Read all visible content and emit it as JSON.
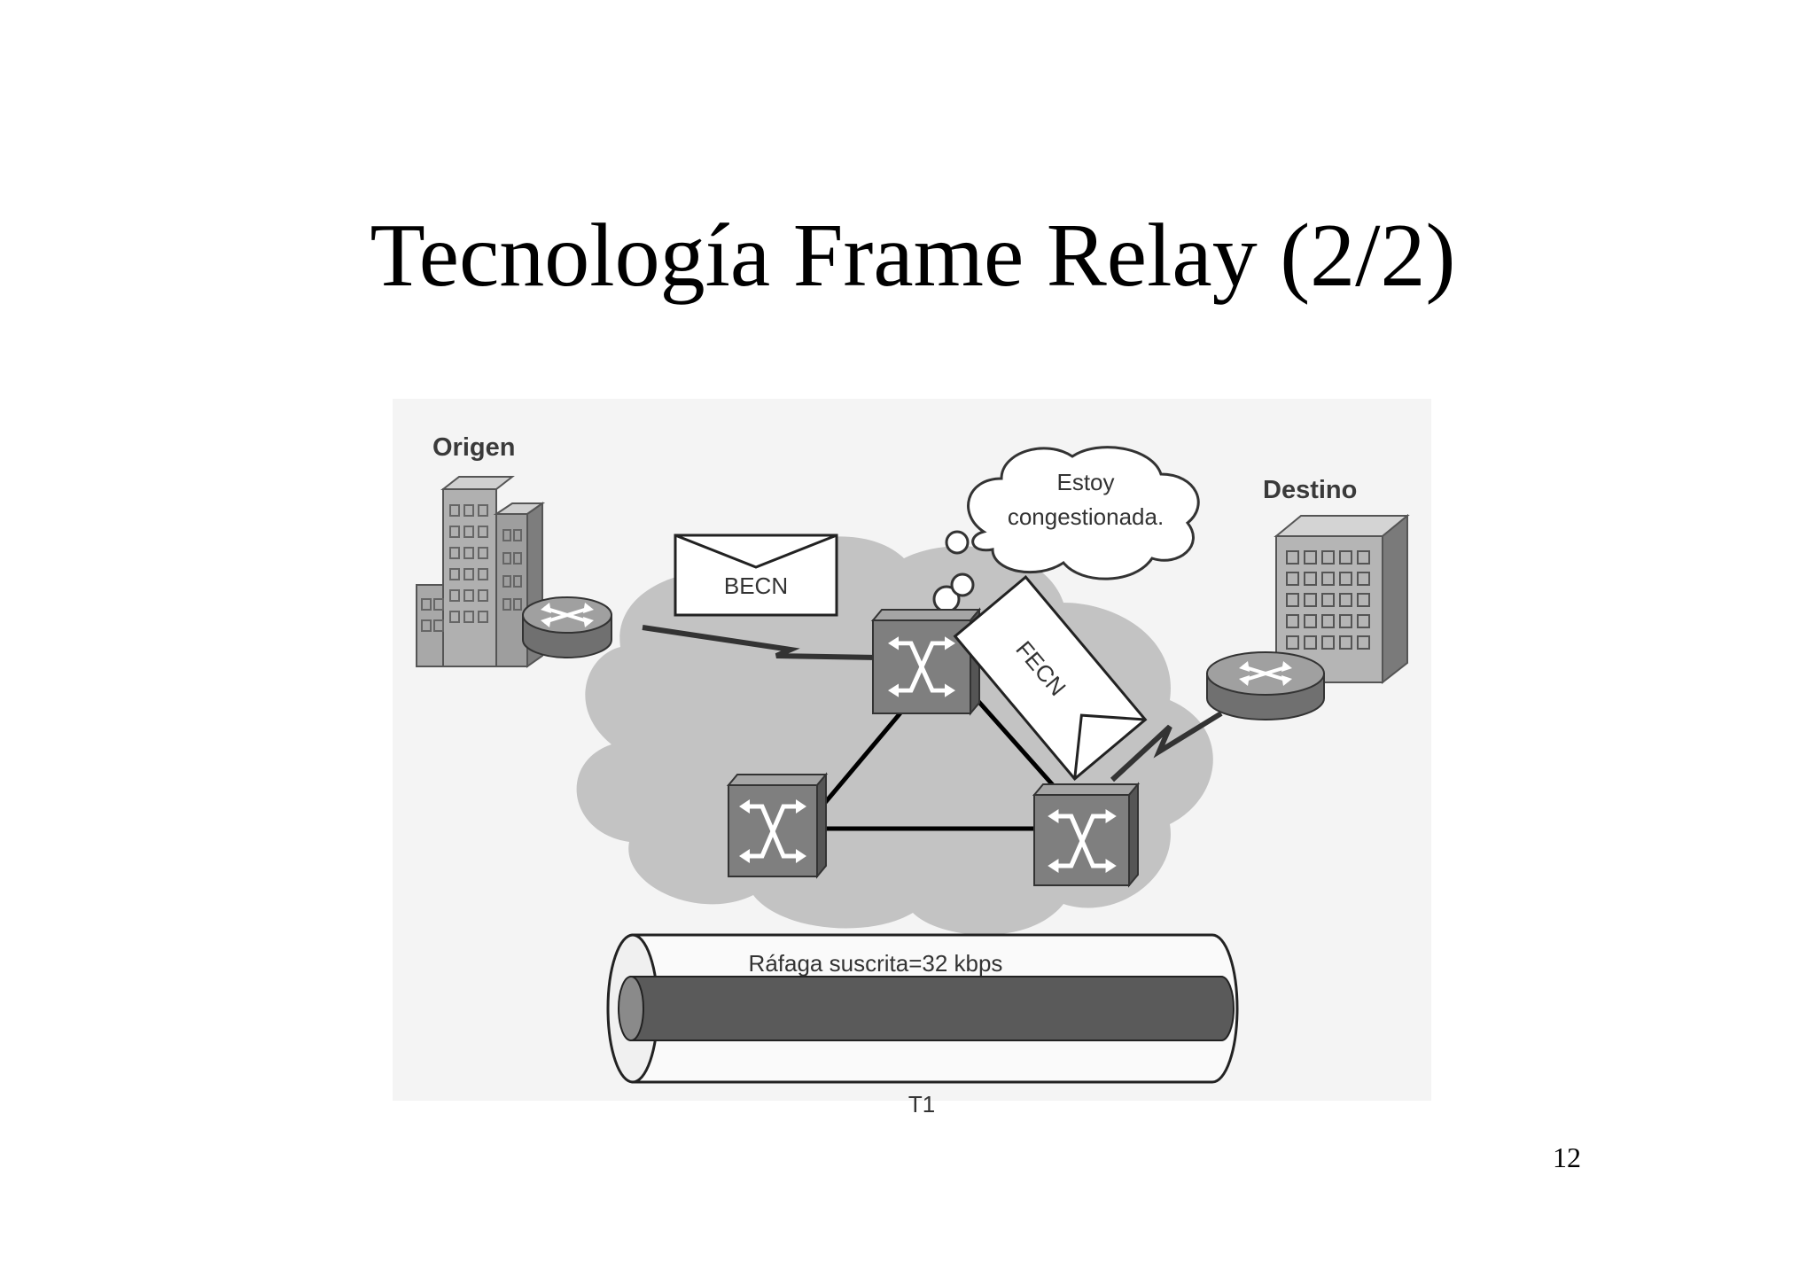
{
  "title": "Tecnología Frame Relay (2/2)",
  "page_number": "12",
  "diagram": {
    "source_label": "Origen",
    "destination_label": "Destino",
    "cloud_thought": {
      "line1": "Estoy",
      "line2": "congestionada."
    },
    "becn_label": "BECN",
    "fecn_label": "FECN",
    "burst_label": "Ráfaga suscrita=32 kbps",
    "link_label": "T1"
  },
  "colors": {
    "background": "#ffffff",
    "diagram_background": "#f4f4f4",
    "cloud": "#c3c3c3",
    "switch": "#7f7f7f",
    "router": "#9a9a9a",
    "building": "#a8a8a8"
  },
  "icons": [
    "building-icon",
    "router-icon",
    "switch-icon",
    "envelope-icon",
    "thought-cloud-icon",
    "pipe-icon"
  ]
}
